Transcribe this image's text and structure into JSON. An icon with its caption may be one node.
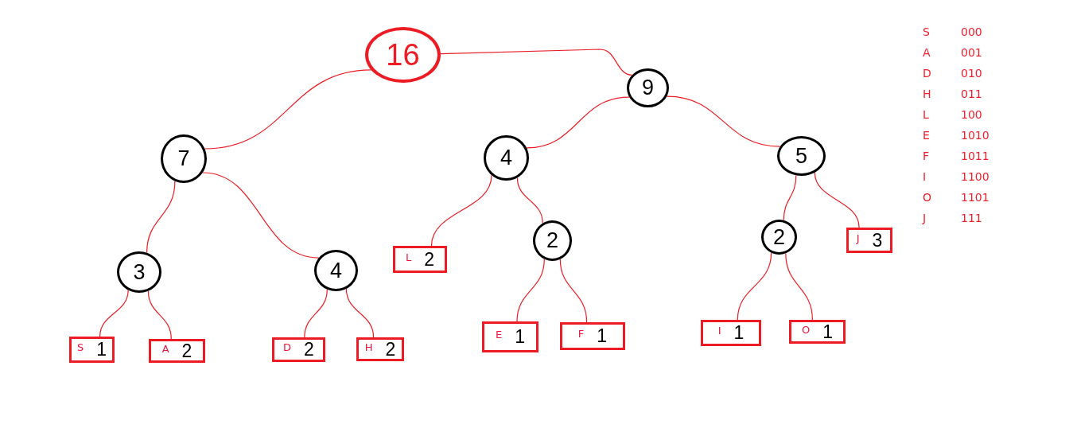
{
  "diagram": {
    "nodes": [
      {
        "text": [
          "16"
        ]
      },
      {
        "text": [
          "7"
        ]
      },
      {
        "text": [
          "9"
        ]
      },
      {
        "text": [
          "3"
        ]
      },
      {
        "text": [
          "4"
        ]
      },
      {
        "text": [
          "4"
        ]
      },
      {
        "text": [
          "5"
        ]
      },
      {
        "text": [
          "S",
          "1"
        ]
      },
      {
        "text": [
          "A",
          "2"
        ]
      },
      {
        "text": [
          "D",
          "2"
        ]
      },
      {
        "text": [
          "H",
          "2"
        ]
      },
      {
        "text": [
          "L",
          "2"
        ]
      },
      {
        "text": [
          "2"
        ]
      },
      {
        "text": [
          "2"
        ]
      },
      {
        "text": [
          "J",
          "3"
        ]
      },
      {
        "text": [
          "E",
          "1"
        ]
      },
      {
        "text": [
          "F",
          "1"
        ]
      },
      {
        "text": [
          "I",
          "1"
        ]
      },
      {
        "text": [
          "O",
          "1"
        ]
      }
    ],
    "edges": [
      {
        "from": 0,
        "to": 1,
        "arrow": "none"
      },
      {
        "from": 0,
        "to": 2,
        "arrow": "none"
      },
      {
        "from": 1,
        "to": 3,
        "arrow": "none"
      },
      {
        "from": 1,
        "to": 4,
        "arrow": "none"
      },
      {
        "from": 2,
        "to": 5,
        "arrow": "none"
      },
      {
        "from": 2,
        "to": 6,
        "arrow": "none"
      },
      {
        "from": 3,
        "to": 7,
        "arrow": "none"
      },
      {
        "from": 3,
        "to": 8,
        "arrow": "none"
      },
      {
        "from": 4,
        "to": 9,
        "arrow": "none"
      },
      {
        "from": 4,
        "to": 10,
        "arrow": "none"
      },
      {
        "from": 5,
        "to": 11,
        "arrow": "none"
      },
      {
        "from": 5,
        "to": 12,
        "arrow": "none"
      },
      {
        "from": 6,
        "to": 13,
        "arrow": "none"
      },
      {
        "from": 6,
        "to": 14,
        "arrow": "none"
      },
      {
        "from": 12,
        "to": 15,
        "arrow": "none"
      },
      {
        "from": 12,
        "to": 16,
        "arrow": "none"
      },
      {
        "from": 13,
        "to": 17,
        "arrow": "none"
      },
      {
        "from": 13,
        "to": 18,
        "arrow": "none"
      }
    ],
    "labels": [
      "S",
      "000",
      "A",
      "001",
      "D",
      "010",
      "H",
      "011",
      "L",
      "100",
      "E",
      "1010",
      "F",
      "1011",
      "I",
      "1100",
      "O",
      "1101",
      "J",
      "111"
    ]
  }
}
